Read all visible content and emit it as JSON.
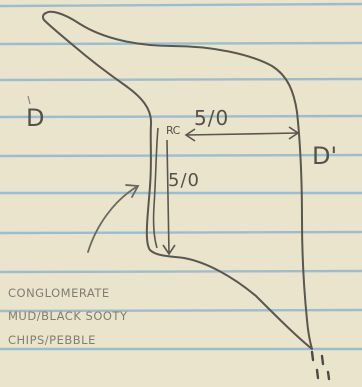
{
  "labels": {
    "left_edge": "D",
    "right_edge": "D'",
    "reference_point": "RC",
    "width_dimension": "5/0",
    "depth_dimension": "5/0"
  },
  "notes": [
    "CONGLOMERATE",
    "MUD/BLACK SOOTY",
    "CHIPS/PEBBLE"
  ],
  "colors": {
    "paper": "#ebe4cc",
    "rule_line": "#8fb7cf",
    "margin_line": "#d9a3a0",
    "pencil": "#59574f",
    "pencil_light": "#8a877d"
  }
}
